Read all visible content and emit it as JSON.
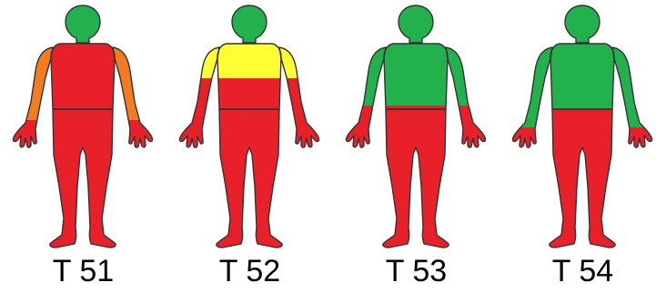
{
  "colors": {
    "red": "#e8202a",
    "green": "#22b14c",
    "yellow": "#ffff33",
    "orange": "#f47c20",
    "outline": "#333333"
  },
  "figures": [
    {
      "label": "T 51",
      "head": "green",
      "upper": "red",
      "arms": "orange",
      "lower": "red",
      "level": "T 51"
    },
    {
      "label": "T 52",
      "head": "green",
      "upper": "yellow",
      "arms": "yellow",
      "lower": "red",
      "level": "T 52"
    },
    {
      "label": "T 53",
      "head": "green",
      "upper": "green",
      "arms": "green",
      "lower": "red",
      "level": "T 53"
    },
    {
      "label": "T 54",
      "head": "green",
      "upper": "green",
      "arms": "green",
      "lower": "red",
      "level": "T 54"
    }
  ]
}
